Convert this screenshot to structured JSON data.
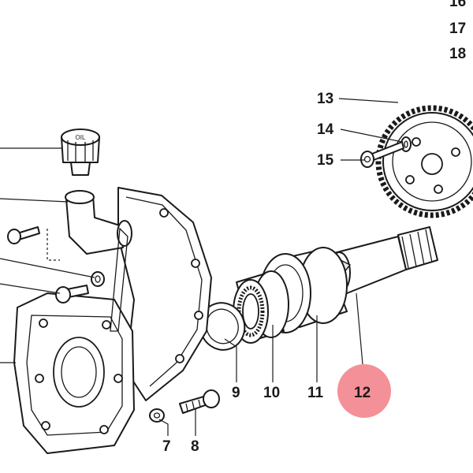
{
  "diagram": {
    "highlight_color": "#f27c86",
    "callouts": [
      {
        "key": "c16",
        "label": "16"
      },
      {
        "key": "c17",
        "label": "17"
      },
      {
        "key": "c18",
        "label": "18"
      },
      {
        "key": "c13",
        "label": "13"
      },
      {
        "key": "c14",
        "label": "14"
      },
      {
        "key": "c15",
        "label": "15"
      },
      {
        "key": "c9",
        "label": "9"
      },
      {
        "key": "c10",
        "label": "10"
      },
      {
        "key": "c11",
        "label": "11"
      },
      {
        "key": "c12",
        "label": "12",
        "highlighted": true
      },
      {
        "key": "c7",
        "label": "7"
      },
      {
        "key": "c8",
        "label": "8"
      }
    ],
    "cap_text": "OIL"
  }
}
